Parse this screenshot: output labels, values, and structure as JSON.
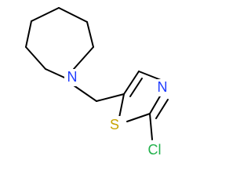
{
  "molecule": {
    "atoms": {
      "n_amine": {
        "label": "N",
        "color": "#1f3cff"
      },
      "n_thiazole": {
        "label": "N",
        "color": "#1f3cff"
      },
      "s_thiazole": {
        "label": "S",
        "color": "#c8a400"
      },
      "cl": {
        "label": "Cl",
        "color": "#22b14c"
      }
    },
    "bond_color": "#000000"
  }
}
